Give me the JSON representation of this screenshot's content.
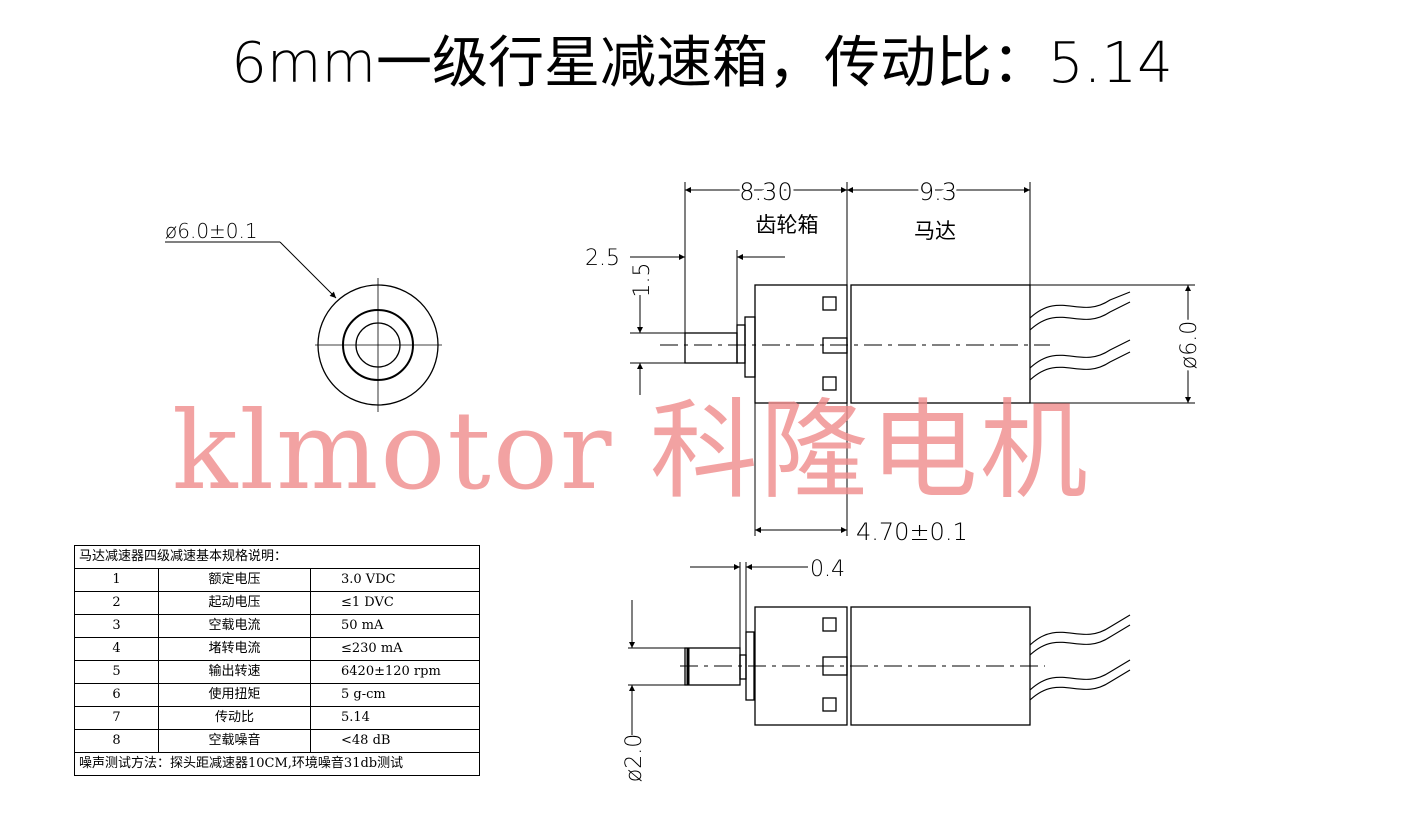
{
  "title": "6mm一级行星减速箱，传动比：5.14",
  "watermark": "klmotor 科隆电机",
  "colors": {
    "watermark": "#f08c8c",
    "line": "#000000"
  },
  "end_view": {
    "diameter_label": "ø6.0±0.1"
  },
  "top_view": {
    "dim_gearbox": "8.30",
    "dim_motor": "9.3",
    "label_gearbox": "齿轮箱",
    "label_motor": "马达",
    "dim_shaft": "2.5",
    "dim_shaft_height": "1.5",
    "dim_diameter": "ø6.0",
    "dim_gearbox_body": "4.70±0.1"
  },
  "bottom_view": {
    "dim_flange": "0.4",
    "dim_shaft_diameter": "ø2.0"
  },
  "spec_table": {
    "title": "马达减速器四级减速基本规格说明：",
    "rows": [
      {
        "no": "1",
        "item": "额定电压",
        "value": "3.0  VDC"
      },
      {
        "no": "2",
        "item": "起动电压",
        "value": "≤1  DVC"
      },
      {
        "no": "3",
        "item": "空载电流",
        "value": "50 mA"
      },
      {
        "no": "4",
        "item": "堵转电流",
        "value": "≤230 mA"
      },
      {
        "no": "5",
        "item": "输出转速",
        "value": "6420±120 rpm"
      },
      {
        "no": "6",
        "item": "使用扭矩",
        "value": "5 g-cm"
      },
      {
        "no": "7",
        "item": "传动比",
        "value": "5.14"
      },
      {
        "no": "8",
        "item": "空载噪音",
        "value": "<48  dB"
      }
    ],
    "footer": "噪声测试方法：探头距减速器10CM,环境噪音31db测试"
  }
}
